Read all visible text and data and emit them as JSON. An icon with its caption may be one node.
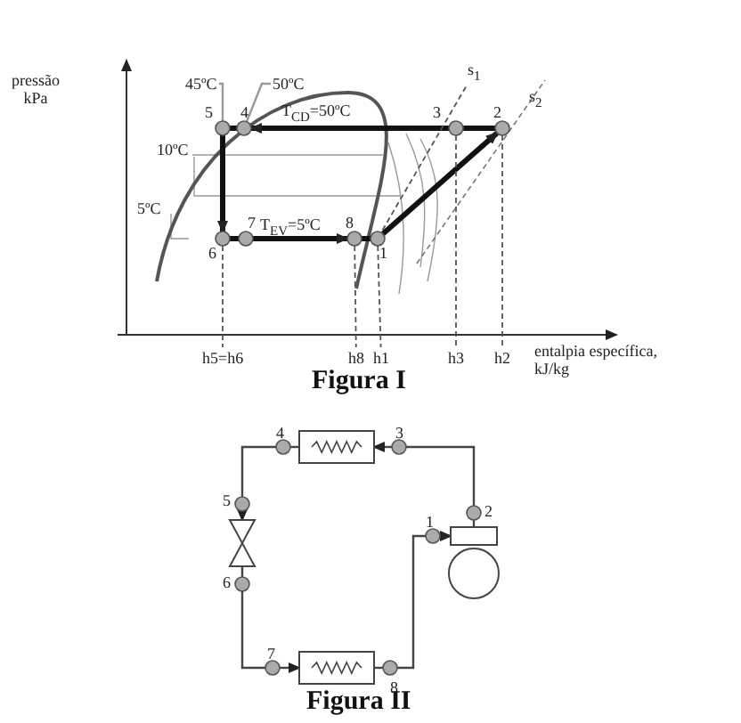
{
  "diagram": {
    "nodes": [
      {
        "text": [],
        "shape": "circle",
        "beside": [
          "5"
        ]
      },
      {
        "text": [],
        "shape": "circle",
        "beside": [
          "4"
        ]
      },
      {
        "text": [],
        "shape": "circle",
        "beside": [
          "3"
        ]
      },
      {
        "text": [],
        "shape": "circle",
        "beside": [
          "2"
        ]
      },
      {
        "text": [],
        "shape": "circle",
        "beside": [
          "6"
        ]
      },
      {
        "text": [],
        "shape": "circle",
        "beside": [
          "7"
        ]
      },
      {
        "text": [],
        "shape": "circle",
        "beside": [
          "8"
        ]
      },
      {
        "text": [],
        "shape": "circle",
        "beside": [
          "1"
        ]
      },
      {
        "text": [],
        "shape": "circle",
        "beside": [
          "4"
        ]
      },
      {
        "text": [],
        "shape": "box"
      },
      {
        "text": [],
        "shape": "circle",
        "beside": [
          "3"
        ]
      },
      {
        "text": [],
        "shape": "circle",
        "beside": [
          "5"
        ]
      },
      {
        "text": [],
        "shape": "circle",
        "beside": [
          "2"
        ]
      },
      {
        "text": [],
        "shape": "circle",
        "beside": [
          "1"
        ]
      },
      {
        "text": [],
        "shape": "valve"
      },
      {
        "text": [],
        "shape": "compressor"
      },
      {
        "text": [],
        "shape": "circle",
        "beside": [
          "6"
        ]
      },
      {
        "text": [],
        "shape": "circle",
        "beside": [
          "7"
        ]
      },
      {
        "text": [],
        "shape": "box"
      },
      {
        "text": [],
        "shape": "circle",
        "beside": [
          "8"
        ]
      },
      {
        "text": [
          "45ºC"
        ]
      },
      {
        "text": [
          "50ºC"
        ]
      },
      {
        "text": [
          "s$_{1}$"
        ]
      },
      {
        "text": [
          "h5=h6"
        ]
      },
      {
        "text": [
          "h8"
        ]
      },
      {
        "text": [
          "h1"
        ]
      },
      {
        "text": [
          "h3"
        ]
      },
      {
        "text": [
          "h2"
        ]
      }
    ],
    "edges": [
      {
        "from": 3,
        "to": 2,
        "arrow": "none",
        "style": "thick"
      },
      {
        "from": 2,
        "to": 1,
        "arrow": "to",
        "style": "thick"
      },
      {
        "from": 1,
        "to": 0,
        "arrow": "none",
        "style": "thick"
      },
      {
        "from": 0,
        "to": 4,
        "arrow": "to",
        "style": "thick"
      },
      {
        "from": 4,
        "to": 5,
        "arrow": "none",
        "style": "thick"
      },
      {
        "from": 5,
        "to": 6,
        "arrow": "to",
        "style": "thick"
      },
      {
        "from": 6,
        "to": 7,
        "arrow": "none",
        "style": "thick"
      },
      {
        "from": 7,
        "to": 3,
        "arrow": "to",
        "style": "thick"
      },
      {
        "from": 15,
        "to": 12,
        "arrow": "none"
      },
      {
        "from": 12,
        "to": 10,
        "arrow": "none"
      },
      {
        "from": 10,
        "to": 9,
        "arrow": "to"
      },
      {
        "from": 9,
        "to": 8,
        "arrow": "none"
      },
      {
        "from": 8,
        "to": 11,
        "arrow": "none"
      },
      {
        "from": 11,
        "to": 14,
        "arrow": "to"
      },
      {
        "from": 14,
        "to": 16,
        "arrow": "none"
      },
      {
        "from": 16,
        "to": 17,
        "arrow": "none"
      },
      {
        "from": 17,
        "to": 18,
        "arrow": "to"
      },
      {
        "from": 18,
        "to": 19,
        "arrow": "none"
      },
      {
        "from": 19,
        "to": 13,
        "arrow": "none"
      },
      {
        "from": 13,
        "to": 15,
        "arrow": "to"
      },
      {
        "from": 20,
        "to": 0,
        "arrow": "none",
        "color": "#999999"
      },
      {
        "from": 21,
        "to": 1,
        "arrow": "none",
        "color": "#999999"
      },
      {
        "from": 22,
        "to": 7,
        "arrow": "none",
        "style": "dashed"
      },
      {
        "from": 4,
        "to": 23,
        "arrow": "none",
        "style": "dashed"
      },
      {
        "from": 6,
        "to": 24,
        "arrow": "none",
        "style": "dashed"
      },
      {
        "from": 7,
        "to": 25,
        "arrow": "none",
        "style": "dashed"
      },
      {
        "from": 2,
        "to": 26,
        "arrow": "none",
        "style": "dashed"
      },
      {
        "from": 3,
        "to": 27,
        "arrow": "none",
        "style": "dashed"
      }
    ],
    "labels": [
      "pressão kPa",
      "T$_{CD}$=50ºC",
      "s$_{2}$",
      "10ºC",
      "5ºC",
      "T$_{EV}$=5ºC",
      "entalpia específica, kJ/kg",
      "Figura I",
      "Figura II"
    ]
  }
}
